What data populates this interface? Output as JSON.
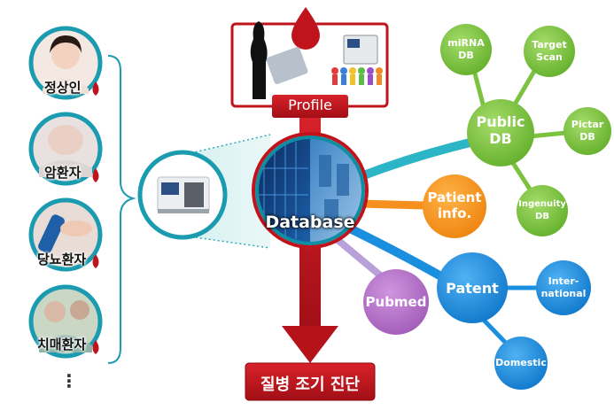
{
  "patients": [
    {
      "label": "정상인",
      "icon": "smiling-woman-photo"
    },
    {
      "label": "암환자",
      "icon": "cancer-patient-photo"
    },
    {
      "label": "당뇨환자",
      "icon": "glucose-test-photo"
    },
    {
      "label": "치매환자",
      "icon": "elderly-patient-photo"
    }
  ],
  "more_indicator": "⋮",
  "profile_label": "Profile",
  "database_label": "Database",
  "bottom_label": "질병 조기 진단",
  "public_db": {
    "label_line1": "Public",
    "label_line2": "DB",
    "children": [
      {
        "line1": "miRNA",
        "line2": "DB"
      },
      {
        "line1": "Target",
        "line2": "Scan"
      },
      {
        "line1": "Pictar",
        "line2": "DB"
      },
      {
        "line1": "Ingenuity",
        "line2": "DB"
      }
    ]
  },
  "patient_info": {
    "line1": "Patient",
    "line2": "info."
  },
  "pubmed": "Pubmed",
  "patent": {
    "label": "Patent",
    "children": [
      {
        "line1": "Inter-",
        "line2": "national"
      },
      {
        "line1": "Domestic",
        "line2": ""
      }
    ]
  },
  "colors": {
    "red": "#c0141c",
    "teal": "#0d8ea3",
    "green": "#7cc23f",
    "orange": "#f5901e",
    "blue": "#1a8fe0",
    "purple": "#b06cc3"
  }
}
